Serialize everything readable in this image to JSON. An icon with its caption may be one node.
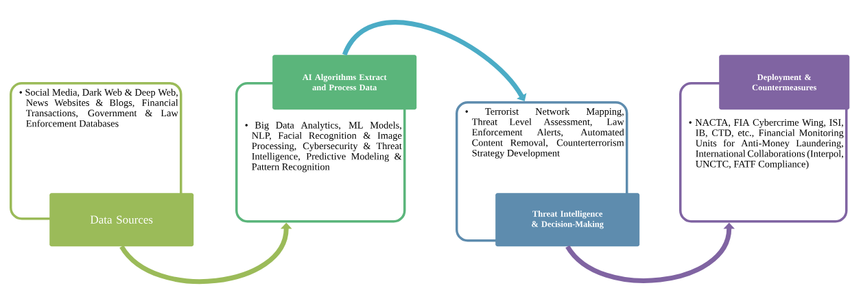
{
  "diagram": {
    "nodes": [
      {
        "text": [
          "• Social Media, Dark Web & Deep Web, News Websites & Blogs, Financial Transactions, Government & Law Enforcement Databases"
        ]
      },
      {
        "text": [
          "Data Sources"
        ]
      },
      {
        "text": [
          "AI Algorithms Extract and Process Data"
        ]
      },
      {
        "text": [
          "• Big Data Analytics, ML Models, NLP, Facial Recognition & Image Processing, Cybersecurity & Threat Intelligence, Predictive Modeling & Pattern Recognition"
        ]
      },
      {
        "text": [
          "• Terrorist Network Mapping, Threat Level Assessment, Law Enforcement Alerts, Automated Content Removal, Counterterrorism Strategy Development"
        ]
      },
      {
        "text": [
          "Threat Intelligence & Decision-Making"
        ]
      },
      {
        "text": [
          "Deployment & Countermeasures"
        ]
      },
      {
        "text": [
          "• NACTA, FIA Cybercrime Wing, ISI, IB, CTD, etc., Financial Monitoring Units for Anti-Money Laundering, International Collaborations (Interpol, UNCTC, FATF Compliance)"
        ]
      }
    ],
    "edges": [
      {
        "from": 1,
        "to": 3,
        "arrow": "to",
        "color": "#9bbb59"
      },
      {
        "from": 2,
        "to": 4,
        "arrow": "to",
        "color": "#4bacc6"
      },
      {
        "from": 5,
        "to": 7,
        "arrow": "to",
        "color": "#8064a2"
      }
    ]
  }
}
